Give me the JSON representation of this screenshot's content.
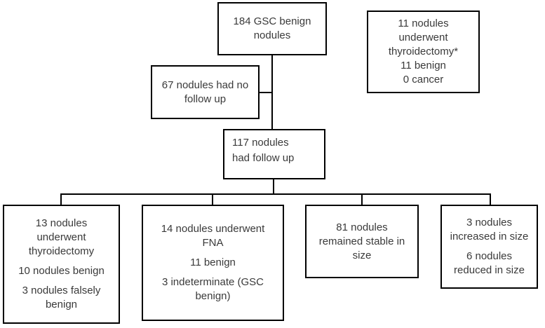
{
  "diagram": {
    "colors": {
      "border": "#000000",
      "text": "#3a3a3a",
      "background": "#ffffff"
    },
    "nodes": {
      "root": {
        "paras": [
          [
            "184 GSC benign",
            "nodules"
          ]
        ]
      },
      "note": {
        "paras": [
          [
            "11 nodules",
            "underwent",
            "thyroidectomy*",
            "11 benign",
            "0 cancer"
          ]
        ]
      },
      "no_follow_up": {
        "paras": [
          [
            "67 nodules had no",
            "follow up"
          ]
        ]
      },
      "follow_up": {
        "paras": [
          [
            "117 nodules",
            "had follow up"
          ]
        ]
      },
      "thyroidectomy": {
        "paras": [
          [
            "13 nodules",
            "underwent",
            "thyroidectomy"
          ],
          [
            "10 nodules benign"
          ],
          [
            "3 nodules falsely",
            "benign"
          ]
        ]
      },
      "fna": {
        "paras": [
          [
            "14 nodules underwent",
            "FNA"
          ],
          [
            "11 benign"
          ],
          [
            "3 indeterminate (GSC",
            "benign)"
          ]
        ]
      },
      "stable": {
        "paras": [
          [
            "81 nodules",
            "remained stable in",
            "size"
          ]
        ]
      },
      "size_change": {
        "paras": [
          [
            "3 nodules",
            "increased in size"
          ],
          [
            "6 nodules",
            "reduced in size"
          ]
        ]
      }
    }
  }
}
